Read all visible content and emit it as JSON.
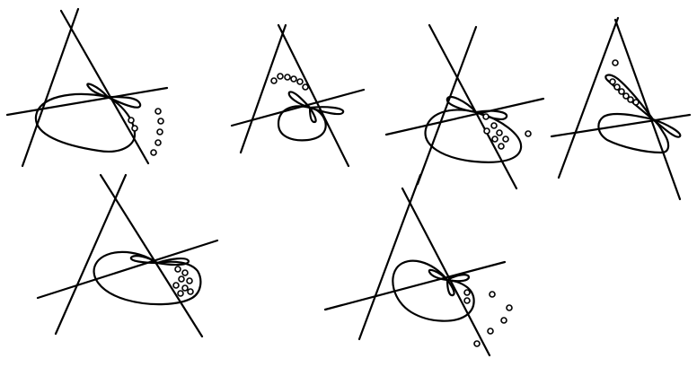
{
  "figure": {
    "ink_color": "#000000",
    "background_color": "#ffffff",
    "panel_count": 6,
    "panels": [
      {
        "id": "panel-1",
        "small_circle_count": 7
      },
      {
        "id": "panel-2",
        "small_circle_count": 6
      },
      {
        "id": "panel-3",
        "small_circle_count": 8
      },
      {
        "id": "panel-4",
        "small_circle_count": 7
      },
      {
        "id": "panel-5",
        "small_circle_count": 8
      },
      {
        "id": "panel-6",
        "small_circle_count": 7
      }
    ]
  }
}
